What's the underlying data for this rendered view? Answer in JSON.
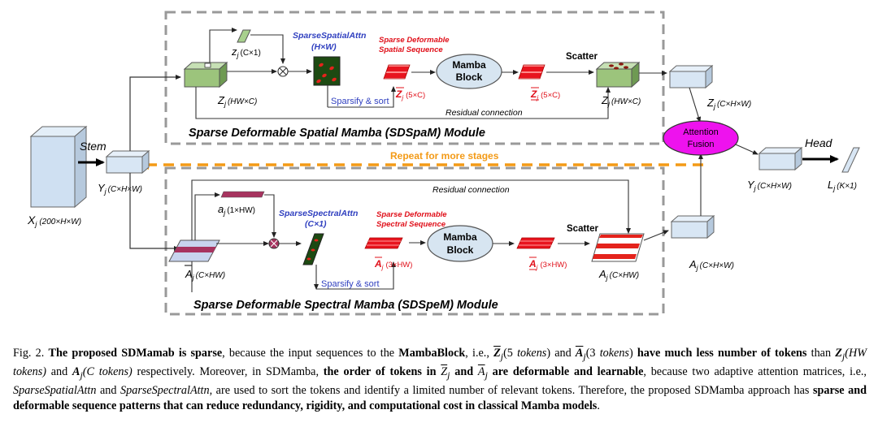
{
  "diagram": {
    "stem_label": "Stem",
    "head_label": "Head",
    "repeat_label": "Repeat for more stages",
    "input": {
      "sym": "X",
      "sub": "j",
      "dims": "(200×H×W)"
    },
    "stem_out": {
      "sym": "Y",
      "sub": "j",
      "dims": "(C×H×W)"
    },
    "fusion_out": {
      "sym": "Y",
      "sub": "j",
      "dims": "(C×H×W)"
    },
    "logits": {
      "sym": "L",
      "sub": "j",
      "dims": "(K×1)"
    },
    "attention_fusion": {
      "line1": "Attention",
      "line2": "Fusion"
    },
    "spatial": {
      "module_title": "Sparse Deformable Spatial Mamba (SDSpaM) Module",
      "z_in": {
        "sym": "Z",
        "sub": "j",
        "dims": "(HW×C)"
      },
      "z_vec": {
        "sym": "z",
        "sub": "j",
        "dims": "(C×1)"
      },
      "attn_title": "SparseSpatialAttn",
      "attn_dims": "(H×W)",
      "seq_title_1": "Sparse Deformable",
      "seq_title_2": "Spatial Sequence",
      "seq_in": {
        "sym": "Z",
        "sub": "j",
        "dims": "(5×C)"
      },
      "mamba_1": "Mamba",
      "mamba_2": "Block",
      "seq_out": {
        "sym": "Z",
        "sub": "j",
        "dims": "(5×C)"
      },
      "scatter": "Scatter",
      "z_out": {
        "sym": "Z",
        "sub": "j",
        "dims": "(HW×C)"
      },
      "sparsify": "Sparsify & sort",
      "residual": "Residual connection",
      "z_right": {
        "sym": "Z",
        "sub": "j",
        "dims": "(C×H×W)"
      }
    },
    "spectral": {
      "module_title": "Sparse Deformable Spectral Mamba (SDSpeM) Module",
      "a_in": {
        "sym": "A",
        "sub": "j",
        "dims": "(C×HW)"
      },
      "a_vec": {
        "sym": "a",
        "sub": "j",
        "dims": "(1×HW)"
      },
      "attn_title": "SparseSpectralAttn",
      "attn_dims": "(C×1)",
      "seq_title_1": "Sparse Deformable",
      "seq_title_2": "Spectral Sequence",
      "seq_in": {
        "sym": "A",
        "sub": "j",
        "dims": "(3×HW)"
      },
      "mamba_1": "Mamba",
      "mamba_2": "Block",
      "seq_out": {
        "sym": "A",
        "sub": "j",
        "dims": "(3×HW)"
      },
      "scatter": "Scatter",
      "a_out": {
        "sym": "A",
        "sub": "j",
        "dims": "(C×HW)"
      },
      "sparsify": "Sparsify & sort",
      "residual": "Residual connection",
      "a_right": {
        "sym": "A",
        "sub": "j",
        "dims": "(C×H×W)"
      }
    }
  },
  "caption": {
    "c01": "Fig. 2.",
    "c02": "The proposed SDMamab is sparse",
    "c03": ", because the input sequences to the ",
    "c04": "MambaBlock",
    "c05": ", i.e., ",
    "c06": "Z",
    "c07": "j",
    "c08": "(5 ",
    "c09": "tokens",
    "c10": ") and ",
    "c11": "A",
    "c12": "j",
    "c13": "(3 ",
    "c14": "tokens",
    "c15": ")",
    "c16": " have much less number of tokens",
    "c17": " than ",
    "c18": "Z",
    "c19": "j",
    "c20": "(HW tokens)",
    "c21": " and ",
    "c22": "A",
    "c23": "j",
    "c24": "(C tokens)",
    "c25": " respectively. Moreover, in SDMamba, ",
    "c26": "the order of tokens in ",
    "c27": "Z",
    "c28": "j",
    "c29": " and ",
    "c30": "A",
    "c31": "j",
    "c32": " are deformable and learnable",
    "c33": ", because two adaptive attention matrices, i.e., ",
    "c34": "SparseSpatialAttn",
    "c35": " and ",
    "c36": "SparseSpectralAttn",
    "c37": ", are used to sort the tokens and identify a limited number of relevant tokens. Therefore, the proposed SDMamba approach has ",
    "c38": "sparse and deformable sequence patterns that can reduce redundancy, rigidity, and computational cost in classical Mamba models",
    "c39": "."
  }
}
